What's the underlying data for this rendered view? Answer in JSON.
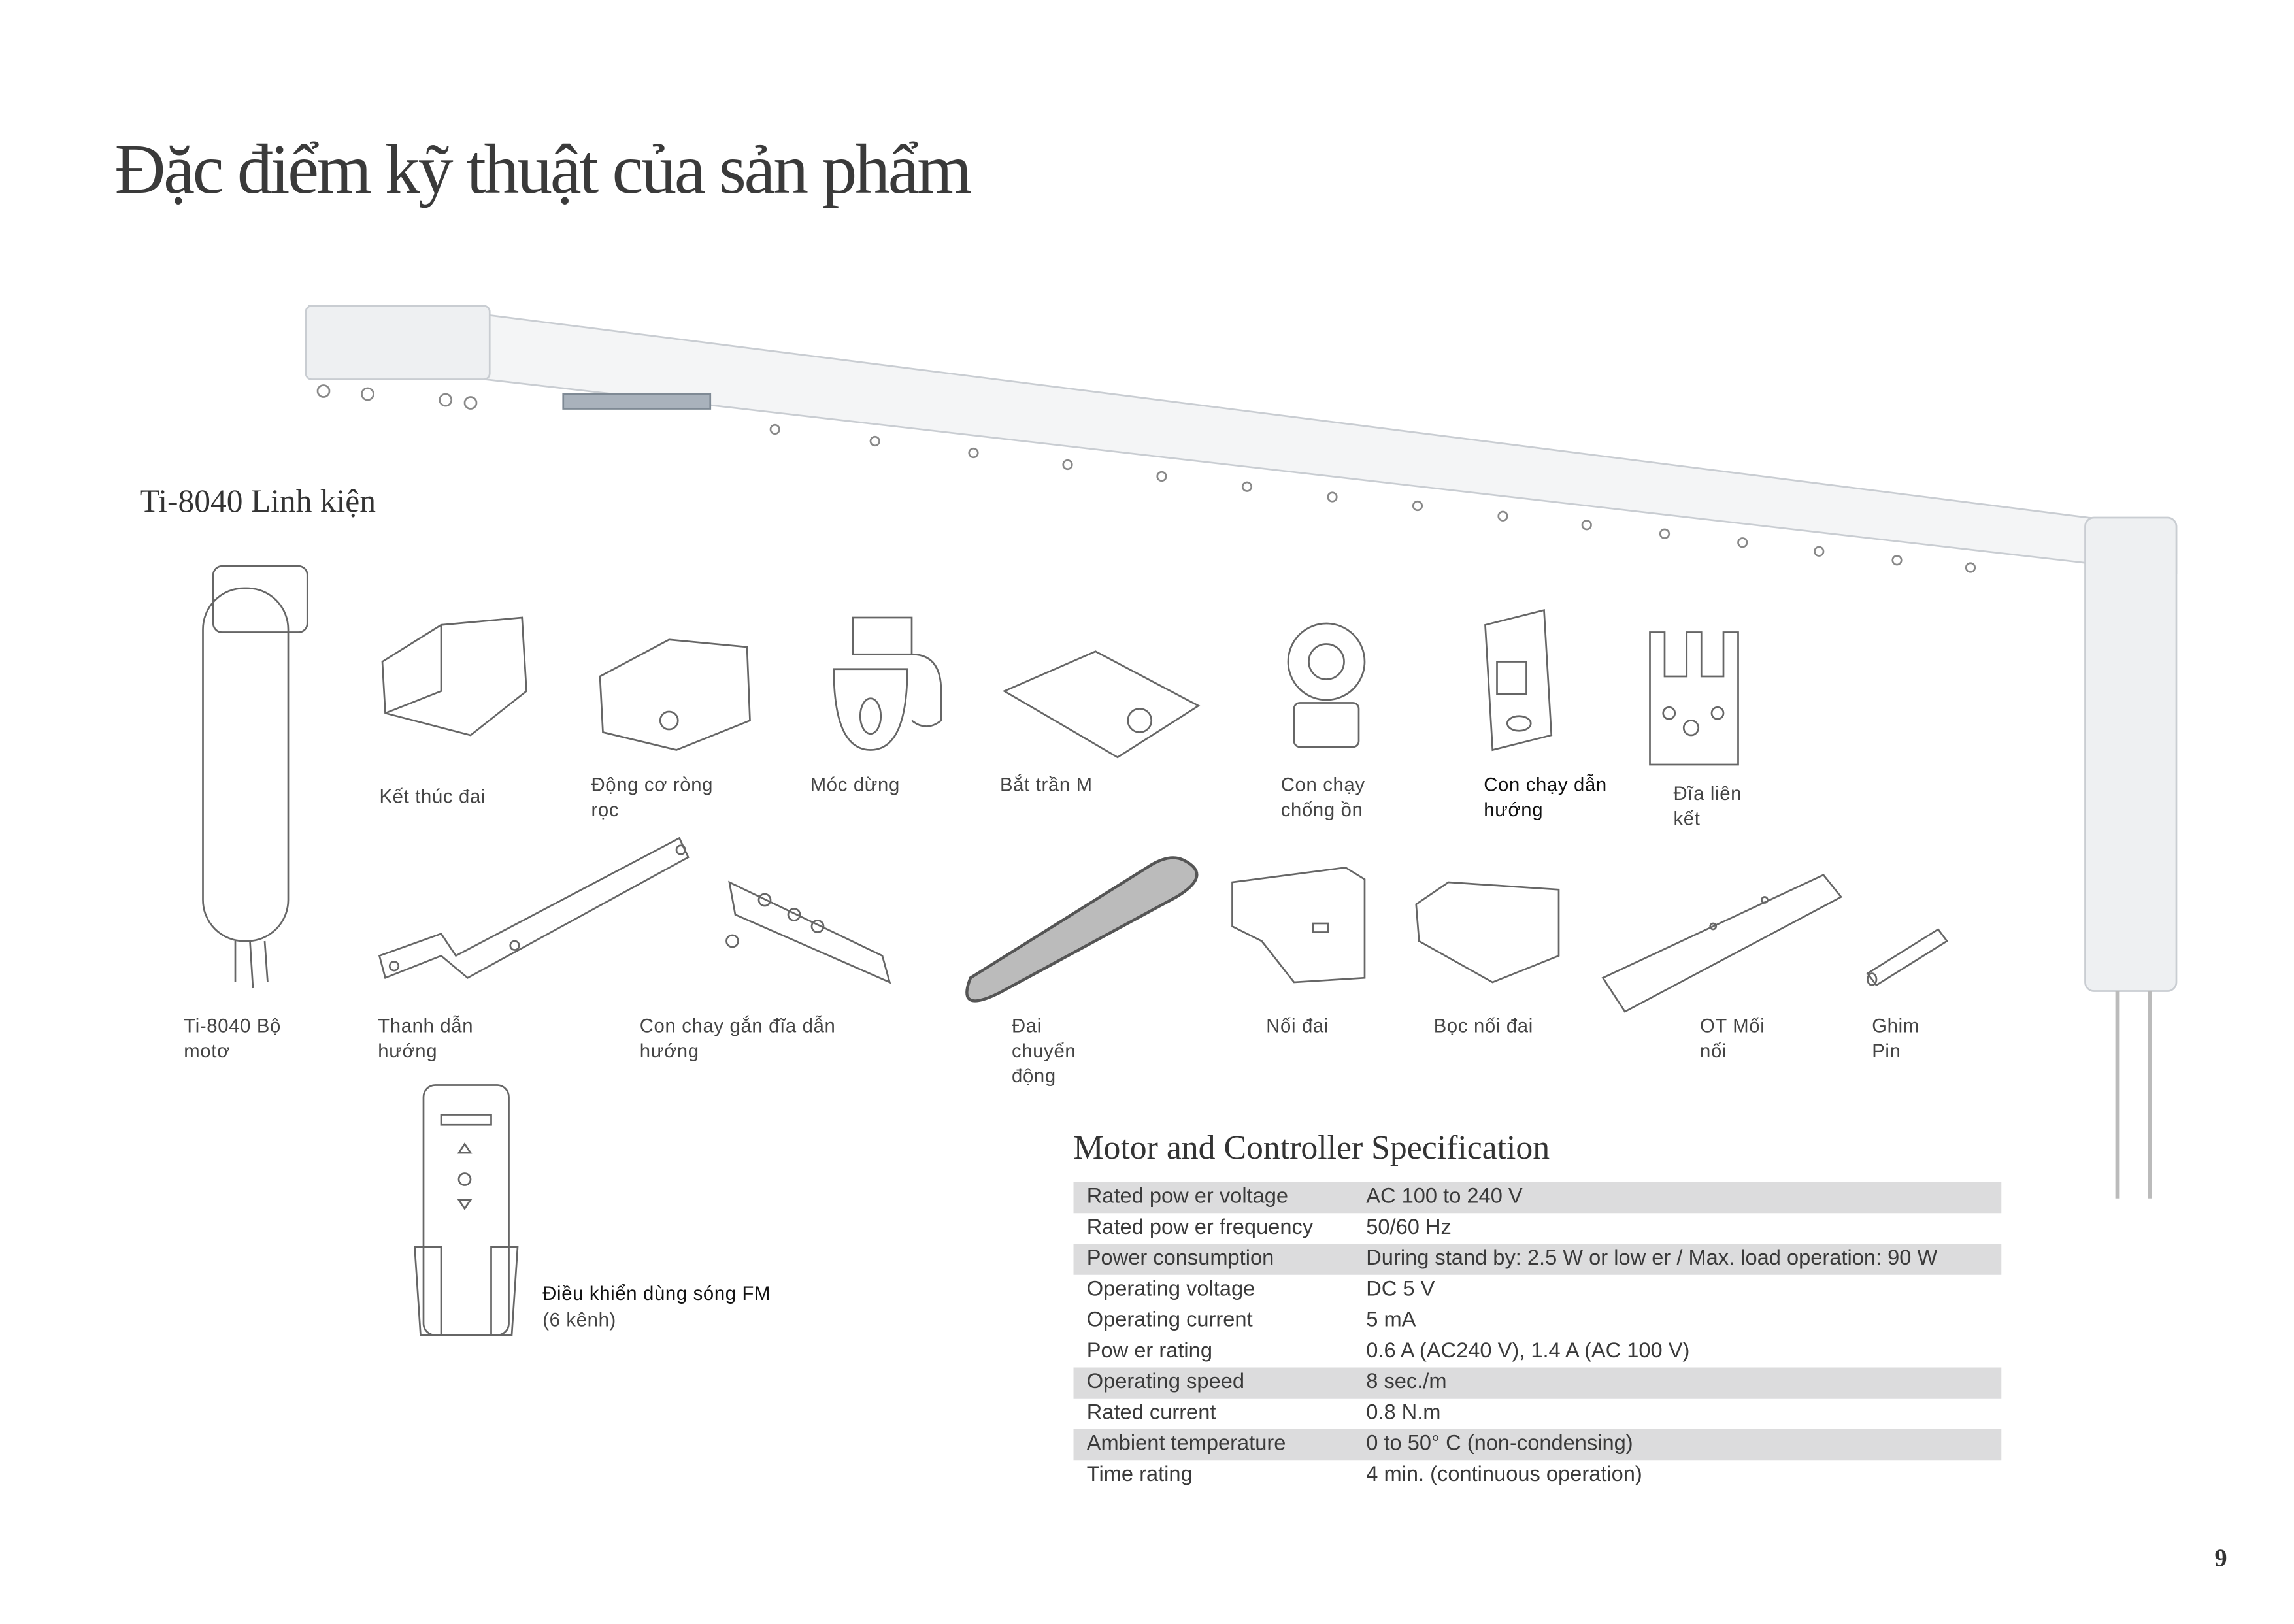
{
  "page_title": "Đặc điểm kỹ thuật của sản phẩm",
  "components_heading": "Ti-8040  Linh kiện",
  "parts": [
    {
      "label": "Kết thúc đai"
    },
    {
      "label": "Động cơ ròng rọc"
    },
    {
      "label": "Móc dừng"
    },
    {
      "label": "Bắt trần M"
    },
    {
      "label": "Con chạy chống ồn"
    },
    {
      "label": "Con chạy dẫn hướng"
    },
    {
      "label": "Đĩa liên kết"
    },
    {
      "label": "Ti-8040 Bộ motơ"
    },
    {
      "label": "Thanh dẫn hướng"
    },
    {
      "label": "Con chay gắn đĩa dẫn hướng"
    },
    {
      "label": "Đai chuyển động"
    },
    {
      "label": "Nối đai"
    },
    {
      "label": "Bọc nối đai"
    },
    {
      "label": "OT Mối nối"
    },
    {
      "label": "Ghim Pin"
    }
  ],
  "remote": {
    "label": "Điều khiển dùng sóng FM",
    "sub": "(6 kênh)"
  },
  "spec": {
    "title": "Motor and  Controller  Specification",
    "rows": [
      {
        "name": "Rated  pow er voltage",
        "value": "AC 100  to  240  V"
      },
      {
        "name": "Rated  pow er frequency",
        "value": "50/60 Hz"
      },
      {
        "name": "Power consumption",
        "value": "During  stand by: 2.5  W or low er / Max.  load  operation: 90  W"
      },
      {
        "name": "Operating voltage",
        "value": "DC  5 V"
      },
      {
        "name": "Operating  current",
        "value": "5 mA"
      },
      {
        "name": "Pow er rating",
        "value": "0.6  A (AC240  V), 1.4  A (AC 100  V)"
      },
      {
        "name": "Operating  speed",
        "value": "8 sec./m"
      },
      {
        "name": "Rated current",
        "value": "0.8 N.m"
      },
      {
        "name": "Ambient  temperature",
        "value": "0 to 50° C (non-condensing)"
      },
      {
        "name": "Time rating",
        "value": "4 min.  (continuous operation)"
      }
    ]
  },
  "page_number": "9"
}
